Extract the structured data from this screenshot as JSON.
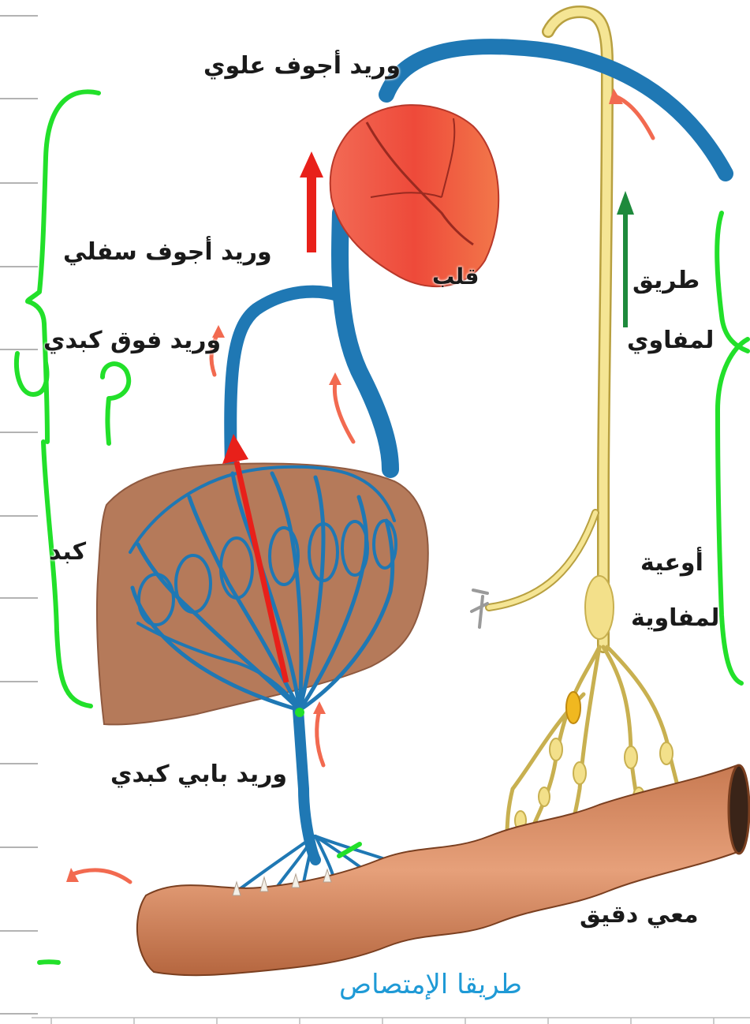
{
  "labels": {
    "superior_vena_cava": "وريد أجوف علوي",
    "inferior_vena_cava": "وريد أجوف سفلي",
    "hepatic_vein": "وريد فوق كبدي",
    "heart": "قلب",
    "lymph_route_line1": "طريق",
    "lymph_route_line2": "لمفاوي",
    "liver": "كبد",
    "lymph_vessels_line1": "أوعية",
    "lymph_vessels_line2": "لمفاوية",
    "hepatic_portal_vein": "وريد بابي كبدي",
    "small_intestine": "معي دقيق"
  },
  "title": "طريقا الإمتصاص",
  "colors": {
    "blood_vessel": "#1f78b4",
    "lymph_vessel": "#f2e08a",
    "heart": "#f0503a",
    "liver": "#b57a5a",
    "intestine": "#d9906a",
    "arrow_red": "#e8201a",
    "arrow_light_red": "#f26a50",
    "arrow_green": "#1e8a3c",
    "annotation_green": "#22e02a",
    "title_blue": "#1f9ad6"
  }
}
